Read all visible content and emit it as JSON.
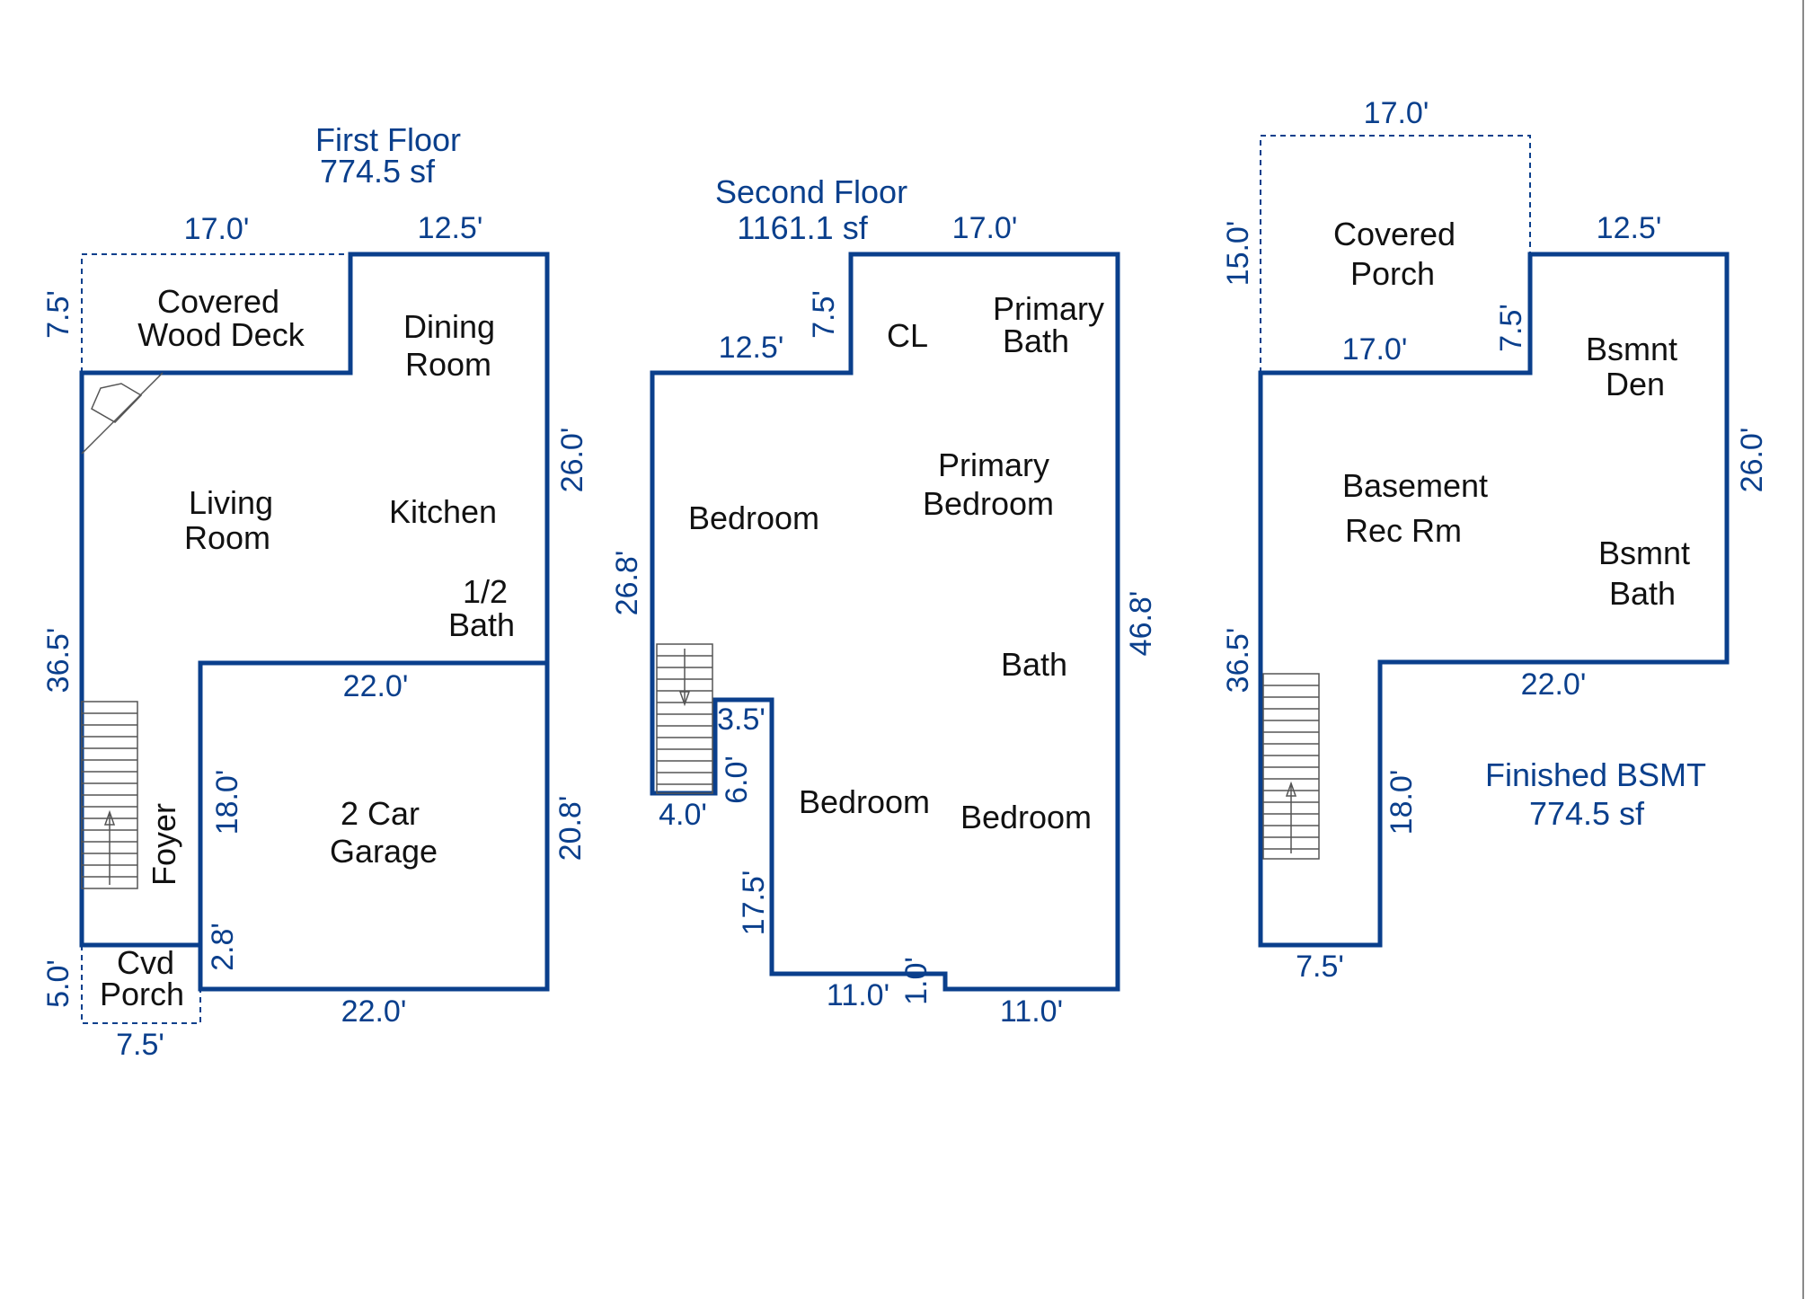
{
  "floors": {
    "first": {
      "title": "First Floor",
      "area": "774.5 sf",
      "rooms": {
        "covered_wood_deck": [
          "Covered",
          "Wood Deck"
        ],
        "dining_room": [
          "Dining",
          "Room"
        ],
        "living_room": [
          "Living",
          "Room"
        ],
        "kitchen": "Kitchen",
        "half_bath": [
          "1/2",
          "Bath"
        ],
        "garage": [
          "2 Car",
          "Garage"
        ],
        "foyer": "Foyer",
        "cvd_porch": [
          "Cvd",
          "Porch"
        ]
      },
      "dims": {
        "deck_top": "17.0'",
        "dining_top": "12.5'",
        "deck_left": "7.5'",
        "right_upper": "26.0'",
        "left_main": "36.5'",
        "garage_top": "22.0'",
        "garage_left": "18.0'",
        "garage_right": "20.8'",
        "porch_right": "2.8'",
        "porch_left": "5.0'",
        "garage_bottom": "22.0'",
        "porch_bottom": "7.5'"
      }
    },
    "second": {
      "title": "Second Floor",
      "area": "1161.1 sf",
      "rooms": {
        "closet": "CL",
        "primary_bath": [
          "Primary",
          "Bath"
        ],
        "primary_bedroom": [
          "Primary",
          "Bedroom"
        ],
        "bedroom_1": "Bedroom",
        "bath": "Bath",
        "bedroom_2": "Bedroom",
        "bedroom_3": "Bedroom"
      },
      "dims": {
        "top": "17.0'",
        "left_step_top": "12.5'",
        "step_height": "7.5'",
        "left": "26.8'",
        "right": "46.8'",
        "stair_bottom": "4.0'",
        "notch_top": "3.5'",
        "notch_side": "6.0'",
        "lower_left": "17.5'",
        "bottom_left": "11.0'",
        "jog": "1.0'",
        "bottom_right": "11.0'"
      }
    },
    "basement": {
      "title": "Finished BSMT",
      "area": "774.5 sf",
      "rooms": {
        "covered_porch": [
          "Covered",
          "Porch"
        ],
        "bsmnt_den": [
          "Bsmnt",
          "Den"
        ],
        "rec_room": [
          "Basement",
          "Rec Rm"
        ],
        "bsmnt_bath": [
          "Bsmnt",
          "Bath"
        ]
      },
      "dims": {
        "porch_top": "17.0'",
        "porch_left": "15.0'",
        "porch_bottom": "17.0'",
        "porch_right": "7.5'",
        "den_top": "12.5'",
        "right": "26.0'",
        "left": "36.5'",
        "lower_top": "22.0'",
        "lower_inner": "18.0'",
        "bottom": "7.5'"
      }
    }
  },
  "colors": {
    "wall": "#0a3f8c",
    "dimension_text": "#0a3f8c",
    "room_text": "#111111",
    "background": "#ffffff"
  }
}
